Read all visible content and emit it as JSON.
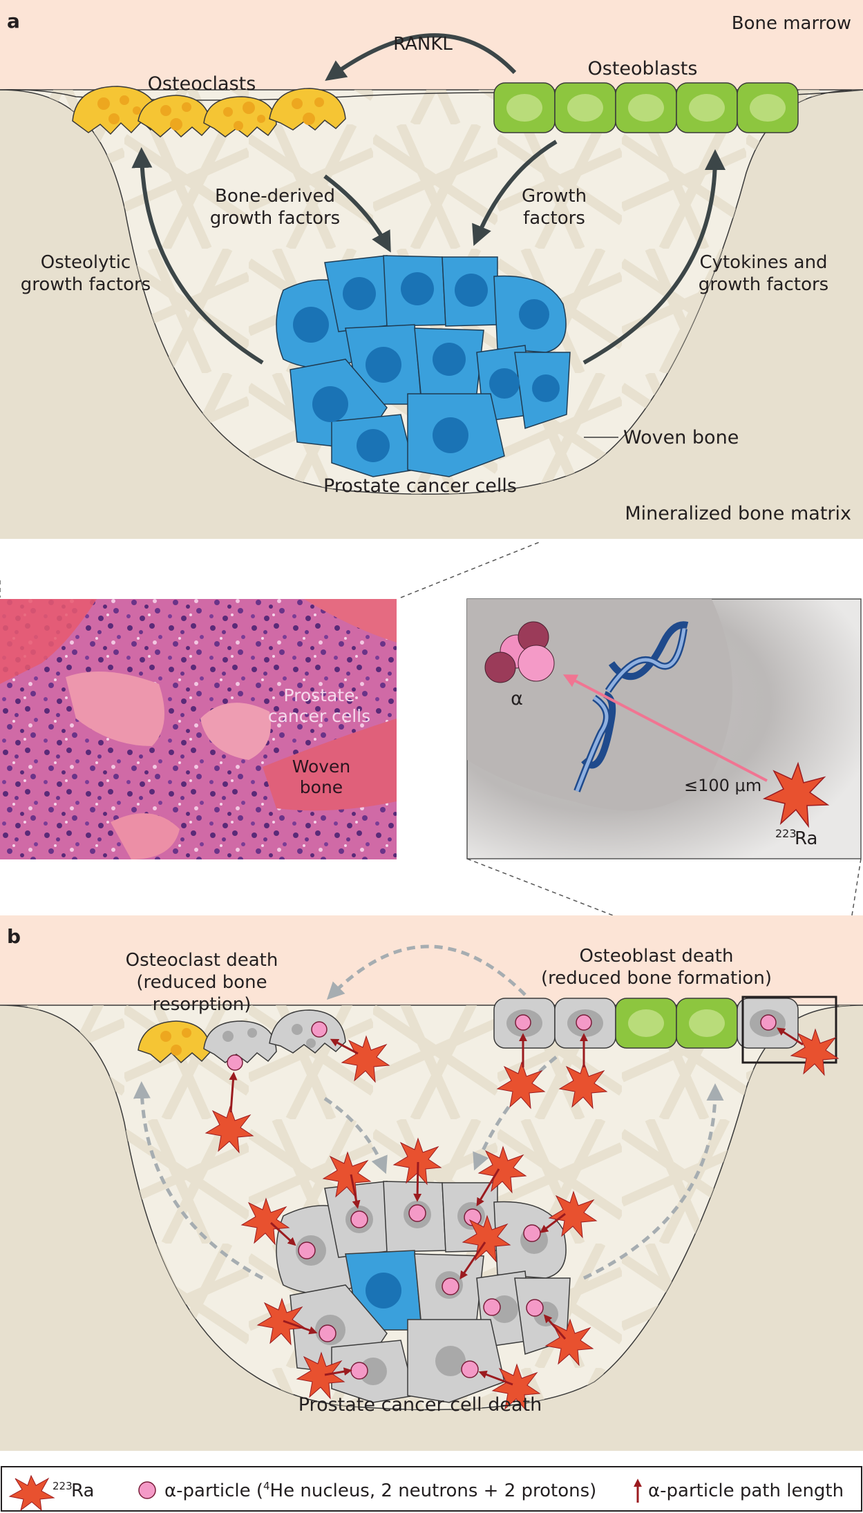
{
  "panel_a": {
    "letter": "a",
    "bone_marrow": "Bone marrow",
    "rankl": "RANKL",
    "osteoclasts": "Osteoclasts",
    "osteoblasts": "Osteoblasts",
    "bone_derived_1": "Bone-derived",
    "bone_derived_2": "growth factors",
    "growth_1": "Growth",
    "growth_2": "factors",
    "osteolytic_1": "Osteolytic",
    "osteolytic_2": "growth factors",
    "cytokines_1": "Cytokines and",
    "cytokines_2": "growth factors",
    "woven_bone": "Woven bone",
    "prostate_cells": "Prostate cancer cells",
    "mineralized": "Mineralized bone matrix"
  },
  "histology": {
    "prostate_1": "Prostate",
    "prostate_2": "cancer cells",
    "woven_1": "Woven",
    "woven_2": "bone"
  },
  "inset": {
    "alpha": "α",
    "range": "≤100 μm",
    "ra_sup": "223",
    "ra": "Ra"
  },
  "panel_b": {
    "letter": "b",
    "oc_death_1": "Osteoclast death",
    "oc_death_2": "(reduced bone",
    "oc_death_3": "resorption)",
    "ob_death_1": "Osteoblast death",
    "ob_death_2": "(reduced bone formation)",
    "pc_death": "Prostate cancer cell death"
  },
  "legend": {
    "ra_sup": "223",
    "ra": "Ra",
    "alpha_pre": "α-particle (",
    "alpha_sup": "4",
    "alpha_post": "He nucleus, 2 neutrons + 2 protons)",
    "path": "α-particle path length"
  },
  "colors": {
    "marrow": "#fce4d6",
    "bone": "#e7e0cf",
    "woven": "#f3efe4",
    "cancer": "#3aa0dc",
    "osteoclast": "#f5c534",
    "osteoblast": "#8dc63f",
    "dead_cell": "#cfcfcf",
    "radium": "#e8512f",
    "alpha": "#f49ac7",
    "path_arrow": "#9b1b1f",
    "arrow_dark": "#3c4648",
    "arrow_grey": "#a6adb1"
  }
}
